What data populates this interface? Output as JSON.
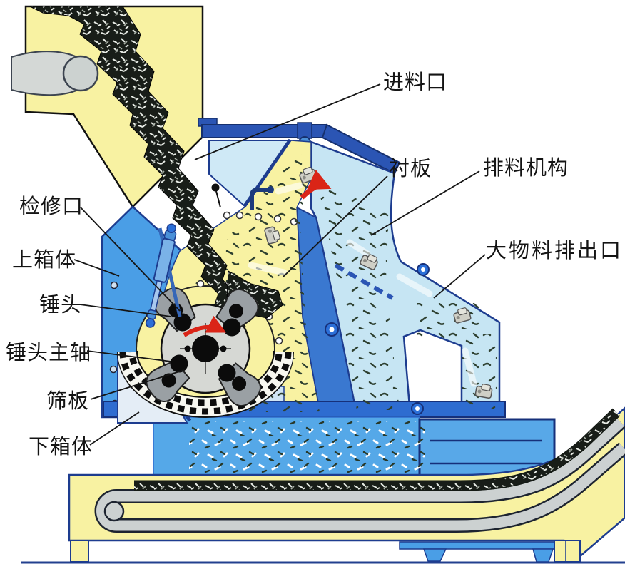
{
  "diagram_type": "hammer-crusher-cross-section",
  "labels": [
    {
      "id": "feed-inlet",
      "text": "进料口"
    },
    {
      "id": "liner-plate",
      "text": "衬板"
    },
    {
      "id": "discharge-mechanism",
      "text": "排料机构"
    },
    {
      "id": "large-material-outlet",
      "text": "大物料排出口"
    },
    {
      "id": "inspection-port",
      "text": "检修口"
    },
    {
      "id": "upper-casing",
      "text": "上箱体"
    },
    {
      "id": "hammer-head",
      "text": "锤头"
    },
    {
      "id": "hammer-main-shaft",
      "text": "锤头主轴"
    },
    {
      "id": "screen-plate",
      "text": "筛板"
    },
    {
      "id": "lower-casing",
      "text": "下箱体"
    }
  ],
  "icons": {
    "rotor-rotation-arrow": "red curved arrow (clockwise)",
    "material-flow-arrow": "red curved arrow (up-right)"
  },
  "colors": {
    "casing_blue": "#4a9ee6",
    "dark_blue": "#1d3c8f",
    "plate_blue": "#2b55b4",
    "chute_light_blue": "#c6e5f3",
    "interior_yellow": "#f8f2a2",
    "fill_blue": "#55a8e8",
    "rotor_gray": "#d6d8d4",
    "hammer_gray": "#9aa0a4",
    "belt_gray": "#ccd1d1",
    "arrow_red": "#da2517",
    "scrap_dark": "#181d18",
    "label_black": "#141414"
  }
}
